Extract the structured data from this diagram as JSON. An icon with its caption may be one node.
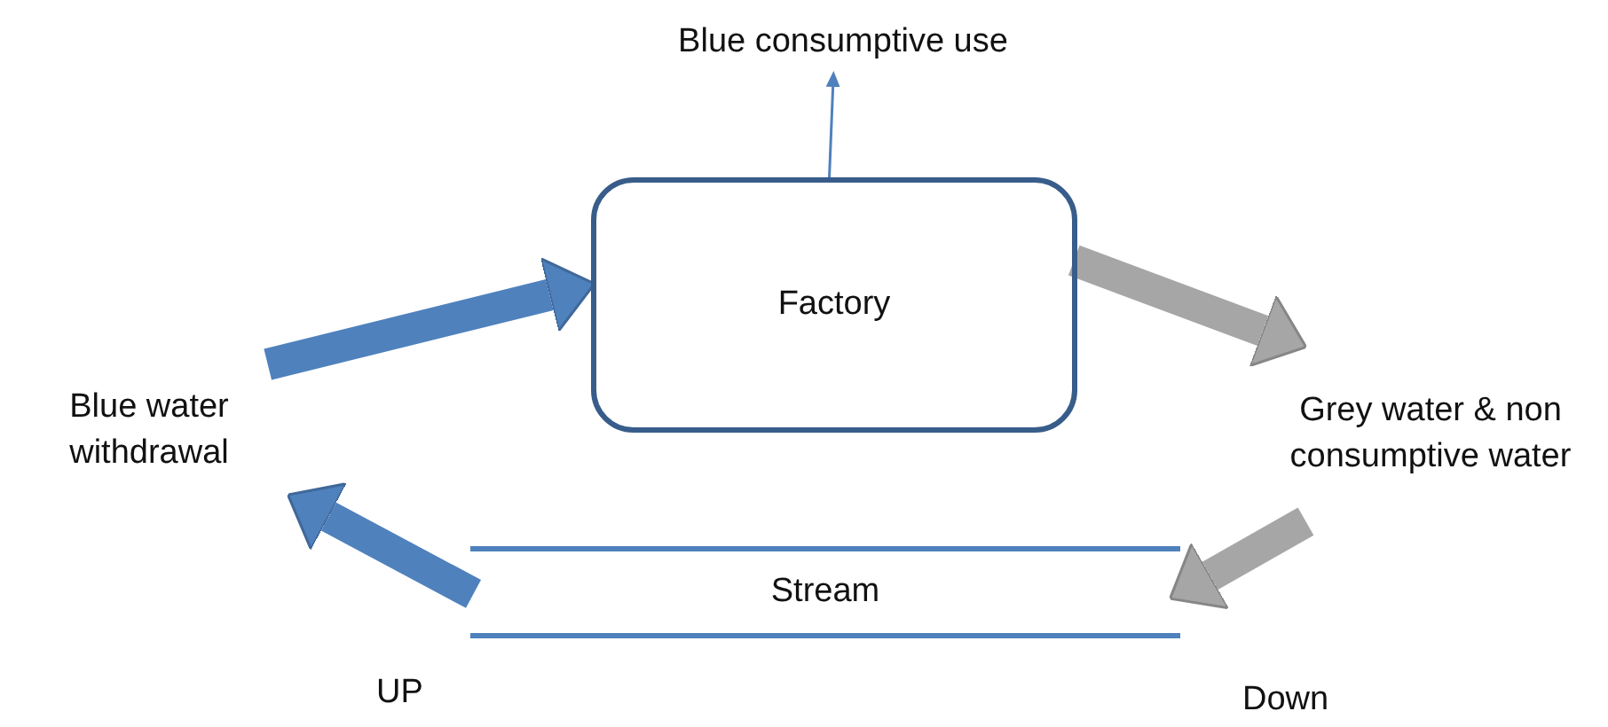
{
  "diagram": {
    "nodes": [
      {
        "text": [
          "Factory"
        ]
      },
      {
        "text": [
          "Blue consumptive use"
        ]
      },
      {
        "text": [
          "Blue water withdrawal"
        ]
      },
      {
        "text": [
          "Grey water & non consumptive water"
        ]
      },
      {
        "text": [
          "Stream"
        ]
      }
    ],
    "edges": [
      {
        "from": 0,
        "to": 1,
        "arrow": "to",
        "color": "#4f81bd"
      },
      {
        "from": 2,
        "to": 0,
        "arrow": "to",
        "color": "#4f81bd"
      },
      {
        "from": 0,
        "to": 3,
        "arrow": "to",
        "color": "#a6a6a6"
      },
      {
        "from": 3,
        "to": 4,
        "arrow": "to",
        "color": "#a6a6a6"
      },
      {
        "from": 4,
        "to": 2,
        "arrow": "to",
        "color": "#4f81bd"
      }
    ],
    "labels": [
      "UP",
      "Down"
    ]
  }
}
